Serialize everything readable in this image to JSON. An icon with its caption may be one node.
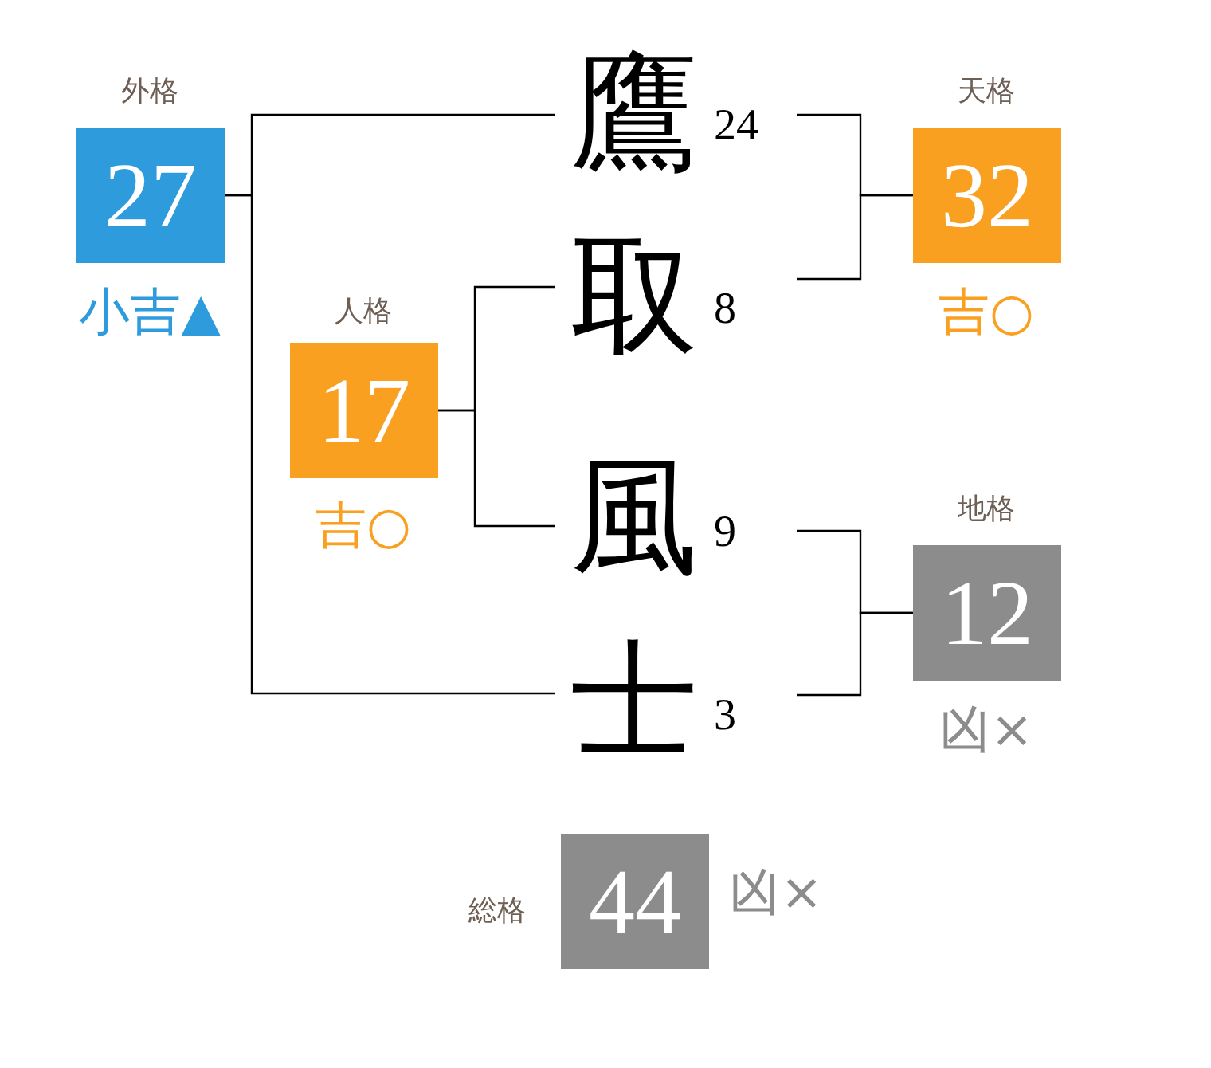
{
  "diagram": {
    "nodes": [
      {
        "text": [
          "外格",
          "27"
        ],
        "beside": [
          "小吉▲"
        ]
      },
      {
        "text": [
          "人格",
          "17"
        ],
        "beside": [
          "吉○"
        ]
      },
      {
        "text": [
          "鷹"
        ],
        "beside": [
          "24"
        ]
      },
      {
        "text": [
          "取"
        ],
        "beside": [
          "8"
        ]
      },
      {
        "text": [
          "風"
        ],
        "beside": [
          "9"
        ]
      },
      {
        "text": [
          "士"
        ],
        "beside": [
          "3"
        ]
      },
      {
        "text": [
          "天格",
          "32"
        ],
        "beside": [
          "吉○"
        ]
      },
      {
        "text": [
          "地格",
          "12"
        ],
        "beside": [
          "凶×"
        ]
      },
      {
        "text": [
          "総格",
          "44"
        ],
        "beside": [
          "凶×"
        ]
      }
    ],
    "edges": [
      {
        "from": 0,
        "to": 2,
        "arrow": "none"
      },
      {
        "from": 0,
        "to": 5,
        "arrow": "none"
      },
      {
        "from": 1,
        "to": 3,
        "arrow": "none"
      },
      {
        "from": 1,
        "to": 4,
        "arrow": "none"
      },
      {
        "from": 6,
        "to": 2,
        "arrow": "none"
      },
      {
        "from": 6,
        "to": 3,
        "arrow": "none"
      },
      {
        "from": 7,
        "to": 4,
        "arrow": "none"
      },
      {
        "from": 7,
        "to": 5,
        "arrow": "none"
      }
    ]
  }
}
